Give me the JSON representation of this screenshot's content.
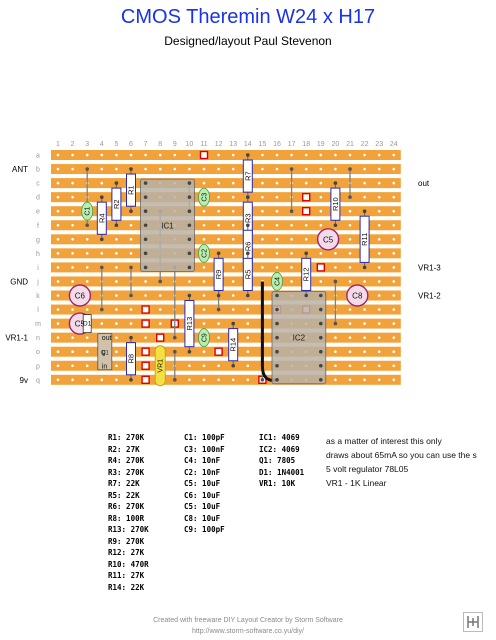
{
  "header": {
    "title": "CMOS Theremin W24 x H17",
    "subtitle": "Designed/layout Paul Stevenon"
  },
  "board": {
    "column_numbers": [
      "1",
      "2",
      "3",
      "4",
      "5",
      "6",
      "7",
      "8",
      "9",
      "10",
      "11",
      "12",
      "13",
      "14",
      "15",
      "16",
      "17",
      "18",
      "19",
      "20",
      "21",
      "22",
      "23",
      "24"
    ],
    "row_letters": [
      "a",
      "b",
      "c",
      "d",
      "e",
      "f",
      "g",
      "h",
      "i",
      "j",
      "k",
      "l",
      "m",
      "n",
      "o",
      "p",
      "q"
    ],
    "left_labels": [
      {
        "row": 1,
        "text": "ANT"
      },
      {
        "row": 9,
        "text": "GND"
      },
      {
        "row": 13,
        "text": "VR1-1"
      },
      {
        "row": 16,
        "text": "9v"
      }
    ],
    "right_labels": [
      {
        "row": 2,
        "text": "out"
      },
      {
        "row": 8,
        "text": "VR1-3"
      },
      {
        "row": 10,
        "text": "VR1-2"
      }
    ],
    "strip_color": "#f2a23a"
  },
  "components": {
    "resistors": [
      {
        "label": "R4",
        "col": 4,
        "row_from": 3,
        "row_to": 6
      },
      {
        "label": "R2",
        "col": 5,
        "row_from": 2,
        "row_to": 5
      },
      {
        "label": "R1",
        "col": 6,
        "row_from": 1,
        "row_to": 4
      },
      {
        "label": "R7",
        "col": 14,
        "row_from": 0,
        "row_to": 3
      },
      {
        "label": "R3",
        "col": 14,
        "row_from": 3,
        "row_to": 6
      },
      {
        "label": "R6",
        "col": 14,
        "row_from": 5,
        "row_to": 8
      },
      {
        "label": "R5",
        "col": 14,
        "row_from": 7,
        "row_to": 10
      },
      {
        "label": "R9",
        "col": 12,
        "row_from": 7,
        "row_to": 10
      },
      {
        "label": "R10",
        "col": 20,
        "row_from": 2,
        "row_to": 5
      },
      {
        "label": "R11",
        "col": 22,
        "row_from": 4,
        "row_to": 8
      },
      {
        "label": "R12",
        "col": 18,
        "row_from": 7,
        "row_to": 10
      },
      {
        "label": "R13",
        "col": 10,
        "row_from": 10,
        "row_to": 14
      },
      {
        "label": "R14",
        "col": 13,
        "row_from": 12,
        "row_to": 15
      },
      {
        "label": "R8",
        "col": 6,
        "row_from": 13,
        "row_to": 16
      }
    ],
    "capacitors": [
      {
        "label": "C1",
        "col": 3,
        "row": 4,
        "kind": "ceramic"
      },
      {
        "label": "C3",
        "col": 11,
        "row": 3,
        "kind": "ceramic"
      },
      {
        "label": "C2",
        "col": 11,
        "row": 7,
        "kind": "ceramic"
      },
      {
        "label": "C4",
        "col": 16,
        "row": 9,
        "kind": "ceramic"
      },
      {
        "label": "C9",
        "col": 11,
        "row": 13,
        "kind": "ceramic"
      },
      {
        "label": "C5",
        "col": 19,
        "row": 6,
        "kind": "electrolytic"
      },
      {
        "label": "C8",
        "col": 21,
        "row": 10,
        "kind": "electrolytic"
      },
      {
        "label": "C6",
        "col": 2,
        "row": 10,
        "kind": "electrolytic"
      },
      {
        "label": "C5",
        "col": 2,
        "row": 12,
        "kind": "electrolytic"
      }
    ],
    "ics": [
      {
        "label": "IC1",
        "col": 7,
        "row_from": 2,
        "row_to": 8
      },
      {
        "label": "IC2",
        "col": 16,
        "row_from": 10,
        "row_to": 16
      }
    ],
    "others": [
      {
        "label": "D1",
        "col": 3,
        "row": 12
      },
      {
        "label": "Q1",
        "col": 4,
        "row": 14
      },
      {
        "label": "VR1",
        "col": 8,
        "row": 15
      }
    ],
    "regulator_pins": [
      "out",
      "g",
      "in"
    ]
  },
  "parts_list": {
    "resistors": [
      "R1: 270K",
      "R2: 27K",
      "R4: 270K",
      "R3: 270K",
      "R7: 22K",
      "R5: 22K",
      "R6: 270K",
      "R8: 100R",
      "R13: 270K",
      "R9: 270K",
      "R12: 27K",
      "R10: 470R",
      "R11: 27K",
      "R14: 22K"
    ],
    "capacitors": [
      "C1: 100pF",
      "C3: 100nF",
      "C4: 10nF",
      "C2: 10nF",
      "C5: 10uF",
      "C6: 10uF",
      "C5: 10uF",
      "C8: 10uF",
      "C9: 100pF"
    ],
    "semis": [
      "IC1: 4069",
      "IC2: 4069",
      "Q1: 7805",
      "D1: 1N4001",
      "VR1: 10K"
    ]
  },
  "notes": [
    "as a matter of interest this only",
    "draws about 65mA so you can use the s",
    "5 volt regulator 78L05",
    "VR1 - 1K        Linear"
  ],
  "footer": {
    "line1": "Created with freeware DIY Layout Creator by Storm Software",
    "line2": "http://www.storm-software.co.yu/diy/"
  }
}
